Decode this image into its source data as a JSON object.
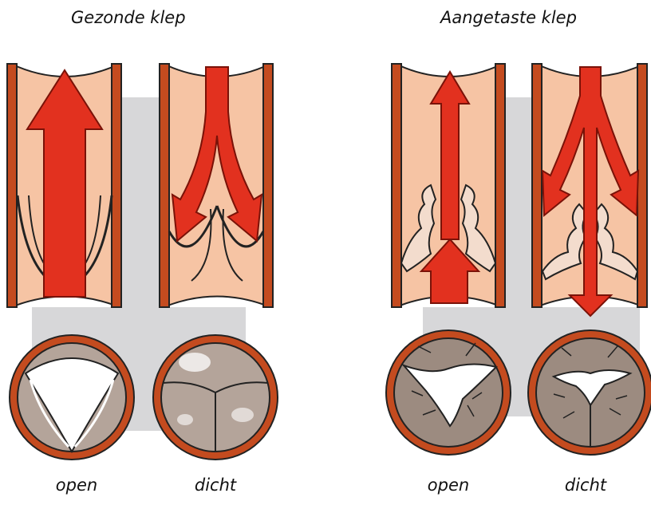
{
  "titles": {
    "healthy": "Gezonde klep",
    "affected": "Aangetaste klep"
  },
  "captions": {
    "healthy_open": "open",
    "healthy_closed": "dicht",
    "affected_open": "open",
    "affected_closed": "dicht"
  },
  "colors": {
    "vessel_wall": "#c44b1f",
    "vessel_inner": "#f6c4a4",
    "arrow": "#e2311f",
    "backdrop": "#d7d7d9",
    "valve_tissue": "#b4a49a",
    "calcified_tissue": "#9c8b80"
  }
}
